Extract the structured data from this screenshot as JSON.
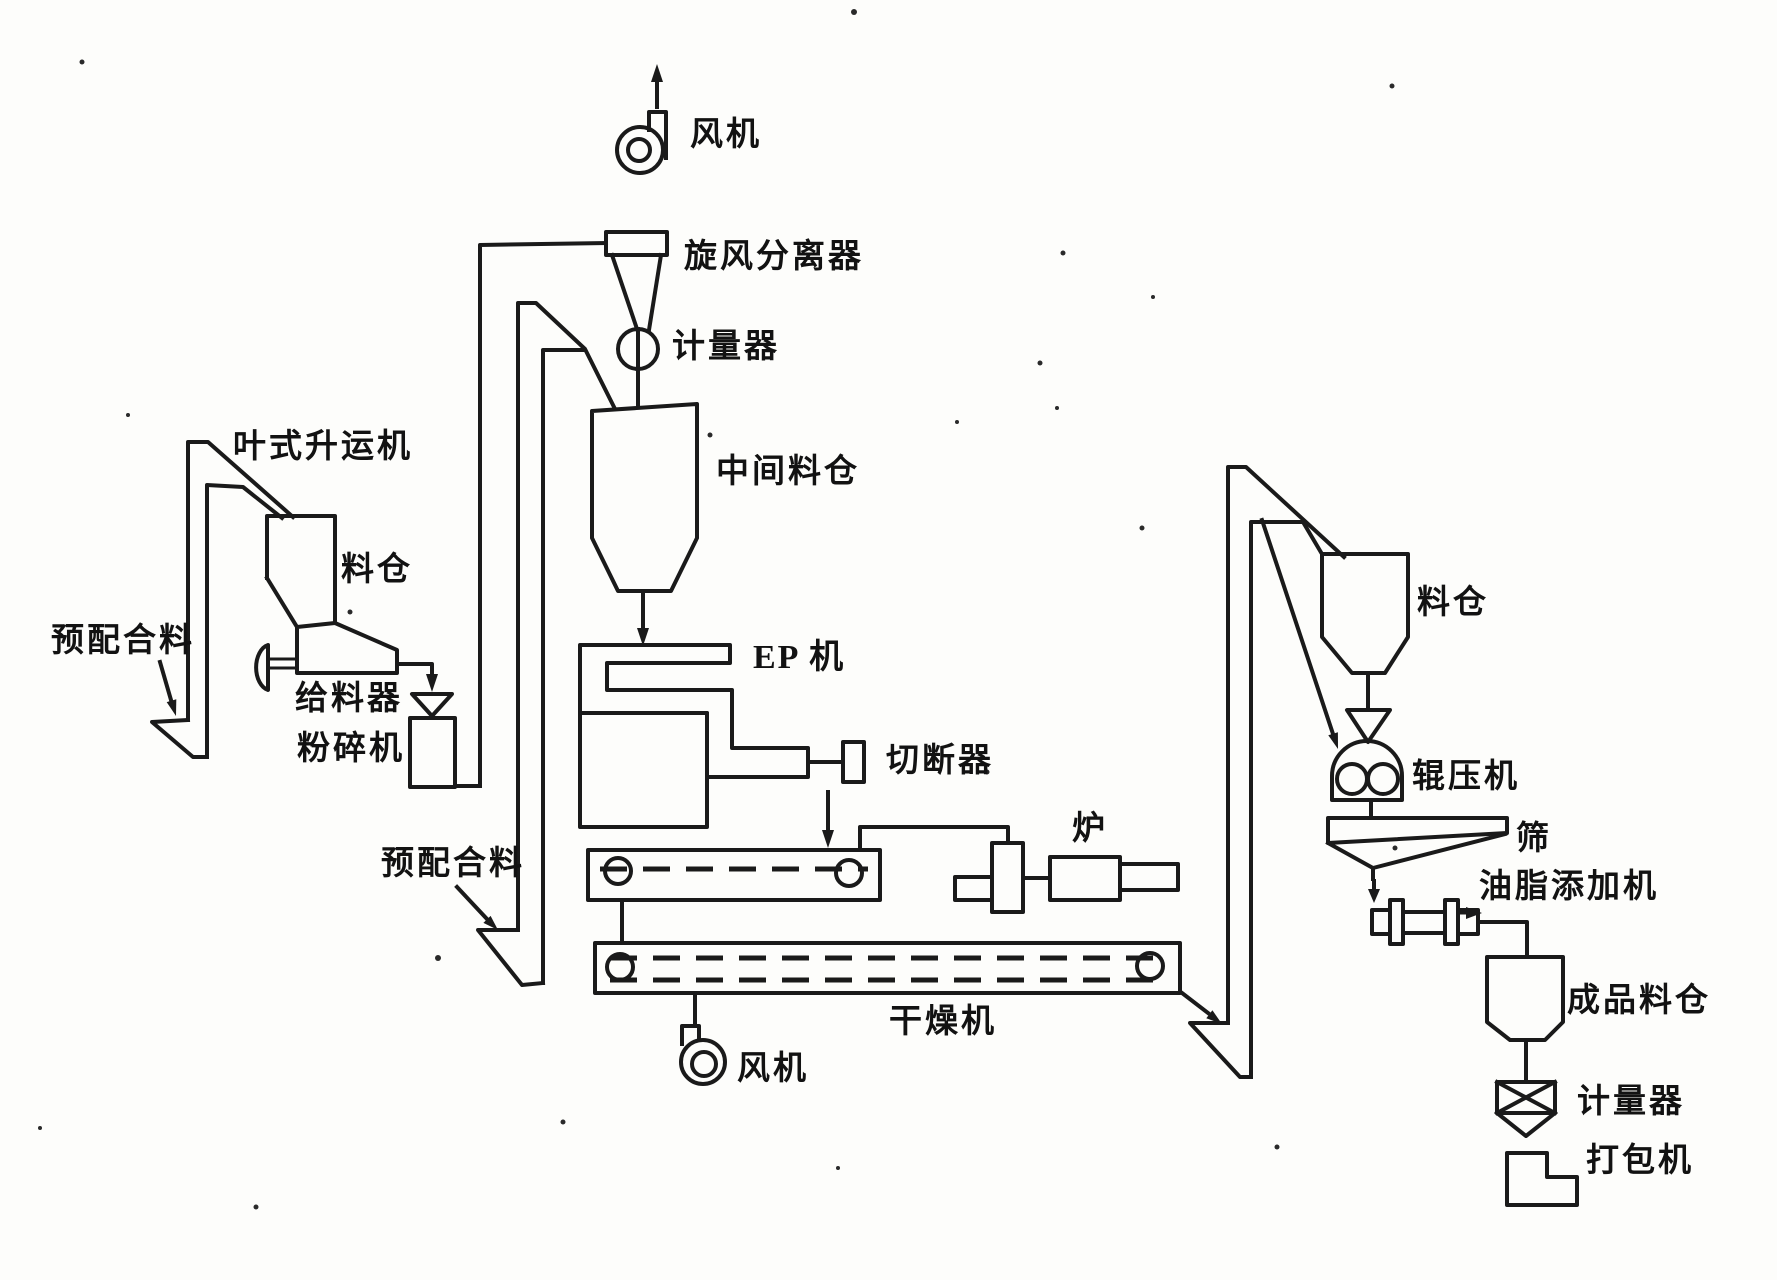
{
  "colors": {
    "ink": "#1a1a1a",
    "paper": "#fdfdfb"
  },
  "labels": {
    "fan_top": "风机",
    "cyclone": "旋风分离器",
    "meter_top": "计量器",
    "intermediate_bin": "中间料仓",
    "ep_machine": "EP 机",
    "cutter": "切断器",
    "furnace": "炉",
    "elevator": "叶式升运机",
    "bin_left": "料仓",
    "premix_left": "预配合料",
    "feeder": "给料器",
    "crusher": "粉碎机",
    "premix_mid": "预配合料",
    "dryer": "干燥机",
    "fan_bottom": "风机",
    "bin_right": "料仓",
    "roller_press": "辊压机",
    "sieve": "筛",
    "fat_adder": "油脂添加机",
    "product_bin": "成品料仓",
    "meter_bottom": "计量器",
    "packer": "打包机"
  }
}
